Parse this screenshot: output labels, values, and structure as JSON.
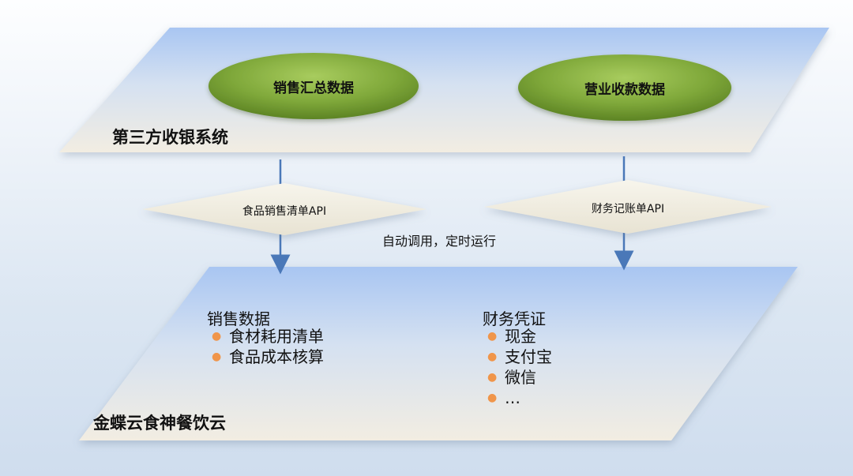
{
  "top_plane": {
    "title": "第三方收银系统",
    "ellipses": [
      {
        "label": "销售汇总数据"
      },
      {
        "label": "营业收款数据"
      }
    ]
  },
  "connectors": [
    {
      "api": "食品销售清单API"
    },
    {
      "api": "财务记账单API"
    }
  ],
  "note": "自动调用，定时运行",
  "bottom_plane": {
    "title": "金蝶云食神餐饮云",
    "left_group": {
      "heading": "销售数据",
      "items": [
        "食材耗用清单",
        "食品成本核算"
      ]
    },
    "right_group": {
      "heading": "财务凭证",
      "items": [
        "现金",
        "支付宝",
        "微信",
        "…"
      ]
    }
  },
  "colors": {
    "ellipse_green": "#7fa83a",
    "arrow_blue": "#4a78b8",
    "bullet_orange": "#f0954a"
  }
}
